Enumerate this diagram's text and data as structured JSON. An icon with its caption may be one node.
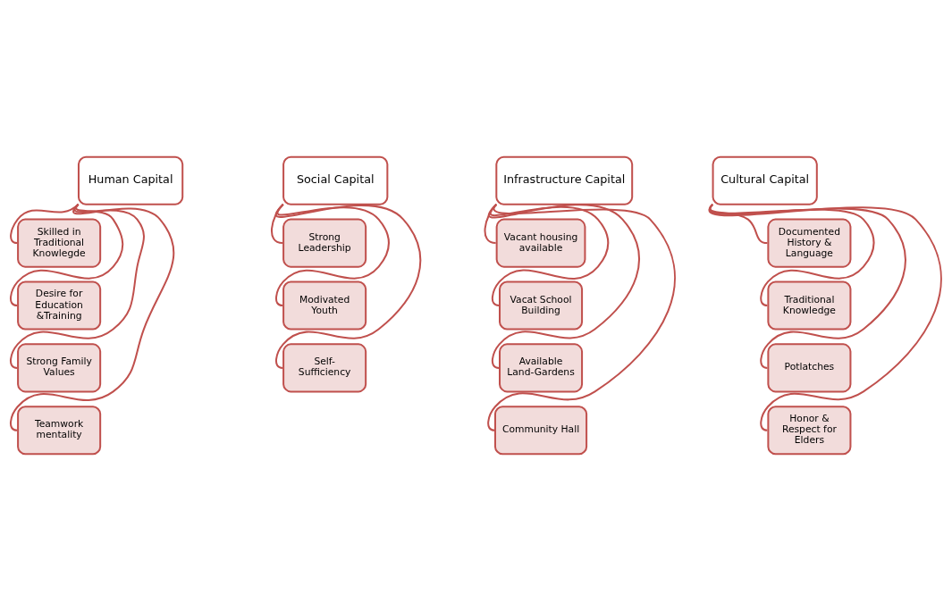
{
  "diagram": {
    "nodes": [
      {
        "text": [
          "Human Capital"
        ]
      },
      {
        "text": [
          "Skilled in Traditional Knowlegde"
        ]
      },
      {
        "text": [
          "Desire for Education &Training"
        ]
      },
      {
        "text": [
          "Strong Family Values"
        ]
      },
      {
        "text": [
          "Teamwork mentality"
        ]
      },
      {
        "text": [
          "Social Capital"
        ]
      },
      {
        "text": [
          "Strong Leadership"
        ]
      },
      {
        "text": [
          "Modivated Youth"
        ]
      },
      {
        "text": [
          "Self-Sufficiency"
        ]
      },
      {
        "text": [
          "Infrastructure Capital"
        ]
      },
      {
        "text": [
          "Vacant housing available"
        ]
      },
      {
        "text": [
          "Vacat School Building"
        ]
      },
      {
        "text": [
          "Available Land-Gardens"
        ]
      },
      {
        "text": [
          "Community Hall"
        ]
      },
      {
        "text": [
          "Cultural Capital"
        ]
      },
      {
        "text": [
          "Documented History & Language"
        ]
      },
      {
        "text": [
          "Traditional Knowledge"
        ]
      },
      {
        "text": [
          "Potlatches"
        ]
      },
      {
        "text": [
          "Honor & Respect for Elders"
        ]
      }
    ],
    "edges": [
      {
        "from": 0,
        "to": 1,
        "arrow": "none"
      },
      {
        "from": 0,
        "to": 2,
        "arrow": "none"
      },
      {
        "from": 0,
        "to": 3,
        "arrow": "none"
      },
      {
        "from": 0,
        "to": 4,
        "arrow": "none"
      },
      {
        "from": 5,
        "to": 6,
        "arrow": "none"
      },
      {
        "from": 5,
        "to": 7,
        "arrow": "none"
      },
      {
        "from": 5,
        "to": 8,
        "arrow": "none"
      },
      {
        "from": 9,
        "to": 10,
        "arrow": "none"
      },
      {
        "from": 9,
        "to": 11,
        "arrow": "none"
      },
      {
        "from": 9,
        "to": 12,
        "arrow": "none"
      },
      {
        "from": 9,
        "to": 13,
        "arrow": "none"
      },
      {
        "from": 14,
        "to": 15,
        "arrow": "none"
      },
      {
        "from": 14,
        "to": 16,
        "arrow": "none"
      },
      {
        "from": 14,
        "to": 17,
        "arrow": "none"
      },
      {
        "from": 14,
        "to": 18,
        "arrow": "none"
      }
    ]
  }
}
